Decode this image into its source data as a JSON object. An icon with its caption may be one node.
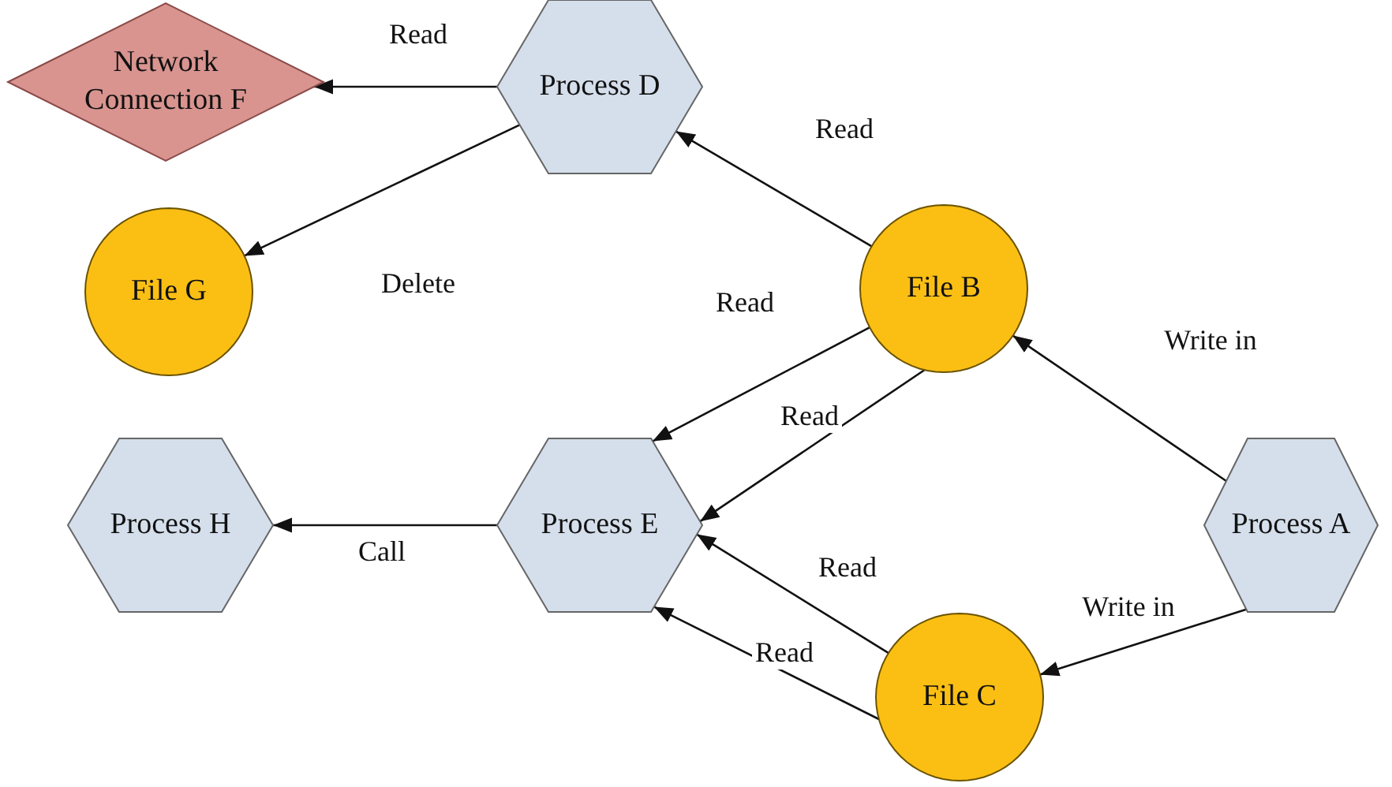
{
  "diagram": {
    "nodes": [
      {
        "text": [
          "Network Connection F"
        ]
      },
      {
        "text": [
          "Process D"
        ]
      },
      {
        "text": [
          "File G"
        ]
      },
      {
        "text": [
          "File B"
        ]
      },
      {
        "text": [
          "Process H"
        ]
      },
      {
        "text": [
          "Process E"
        ]
      },
      {
        "text": [
          "Process A"
        ]
      },
      {
        "text": [
          "File C"
        ]
      }
    ],
    "edges": [
      {
        "from": 1,
        "to": 0,
        "arrow": "to",
        "label": "Read"
      },
      {
        "from": 1,
        "to": 2,
        "arrow": "to",
        "label": "Delete"
      },
      {
        "from": 3,
        "to": 1,
        "arrow": "to",
        "label": "Read"
      },
      {
        "from": 3,
        "to": 5,
        "arrow": "to",
        "label": "Read"
      },
      {
        "from": 3,
        "to": 5,
        "arrow": "to",
        "label": "Read"
      },
      {
        "from": 6,
        "to": 3,
        "arrow": "to",
        "label": "Write in"
      },
      {
        "from": 6,
        "to": 7,
        "arrow": "to",
        "label": "Write in"
      },
      {
        "from": 7,
        "to": 5,
        "arrow": "to",
        "label": "Read"
      },
      {
        "from": 7,
        "to": 5,
        "arrow": "to",
        "label": "Read"
      },
      {
        "from": 5,
        "to": 4,
        "arrow": "to",
        "label": "Call"
      }
    ]
  }
}
